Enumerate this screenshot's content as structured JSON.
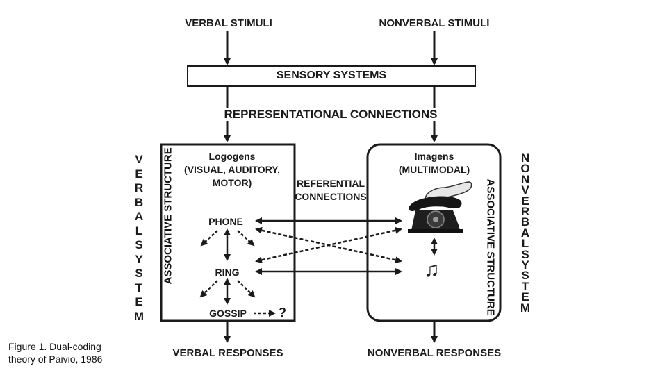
{
  "inputs": {
    "verbal_stimuli": "VERBAL STIMULI",
    "nonverbal_stimuli": "NONVERBAL STIMULI"
  },
  "sensory_systems": "SENSORY SYSTEMS",
  "representational_connections": "REPRESENTATIONAL CONNECTIONS",
  "verbal_box": {
    "title_line1": "Logogens",
    "title_line2": "(VISUAL, AUDITORY,",
    "title_line3": "MOTOR)",
    "associative_structure": "ASSOCIATIVE STRUCTURE",
    "words": {
      "phone": "PHONE",
      "ring": "RING",
      "gossip": "GOSSIP",
      "question": "?"
    }
  },
  "nonverbal_box": {
    "title_line1": "Imagens",
    "title_line2": "(MULTIMODAL)",
    "associative_structure": "ASSOCIATIVE STRUCTURE",
    "telephone_icon": "telephone-icon",
    "music_note_icon": "music-note-icon",
    "music_note_glyph": "♫"
  },
  "referential_connections": {
    "line1": "REFERENTIAL",
    "line2": "CONNECTIONS"
  },
  "side_labels": {
    "verbal_system": "VERBALSYSTEM",
    "nonverbal_system": "NONVERBALSYSTEM"
  },
  "outputs": {
    "verbal_responses": "VERBAL RESPONSES",
    "nonverbal_responses": "NONVERBAL RESPONSES"
  },
  "caption": {
    "line1": "Figure 1. Dual-coding",
    "line2": "theory of Paivio, 1986"
  },
  "colors": {
    "ink": "#1a1a1a",
    "background": "#ffffff"
  }
}
